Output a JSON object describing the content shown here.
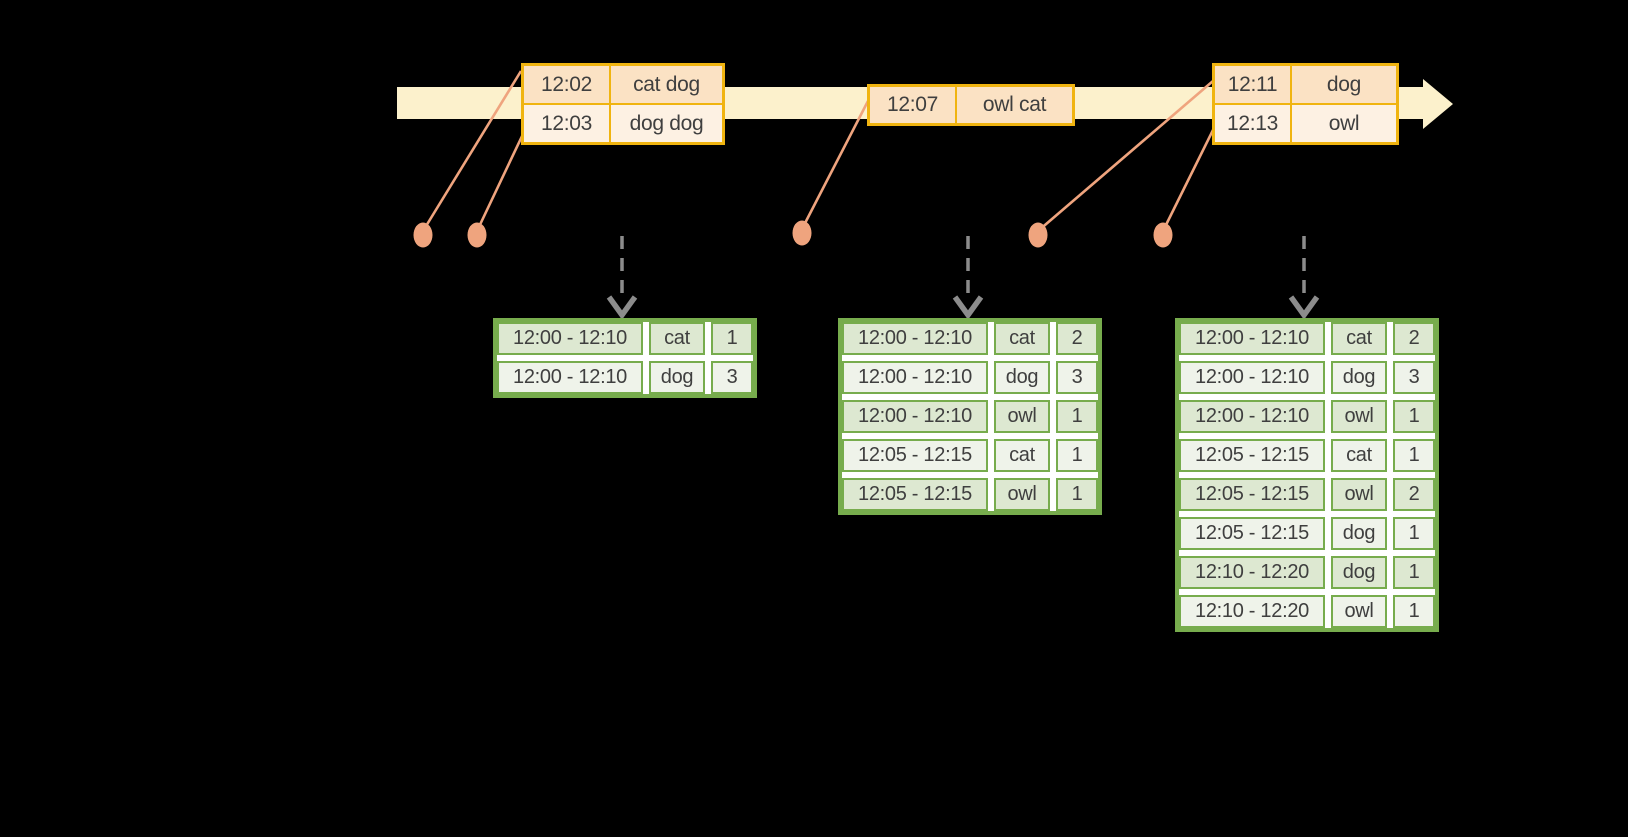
{
  "colors": {
    "background": "#000000",
    "timeline_band": "#FCF1CC",
    "event_table_border": "#F0B410",
    "event_row_dark": "#FBE2C4",
    "event_row_light": "#FDF1E3",
    "event_marker": "#EFA47E",
    "result_table_border": "#77AC4D",
    "result_row_dark": "#DDE8D1",
    "result_row_light": "#EFF3EA",
    "trigger_arrow": "#8C8C8C",
    "text": "#3F3F3F"
  },
  "icons": {
    "timeline_arrowhead": "right-pointing triangle",
    "event_dot": "filled ellipse marker on timeline",
    "trigger_arrow": "vertical dashed line with down chevron"
  },
  "timeline": {
    "batches": [
      {
        "rows": [
          {
            "time": "12:02",
            "words": "cat dog"
          },
          {
            "time": "12:03",
            "words": "dog dog"
          }
        ]
      },
      {
        "rows": [
          {
            "time": "12:07",
            "words": "owl cat"
          }
        ]
      },
      {
        "rows": [
          {
            "time": "12:11",
            "words": "dog"
          },
          {
            "time": "12:13",
            "words": "owl"
          }
        ]
      }
    ]
  },
  "results": [
    {
      "rows": [
        {
          "window": "12:00 - 12:10",
          "word": "cat",
          "count": "1"
        },
        {
          "window": "12:00 - 12:10",
          "word": "dog",
          "count": "3"
        }
      ]
    },
    {
      "rows": [
        {
          "window": "12:00 - 12:10",
          "word": "cat",
          "count": "2"
        },
        {
          "window": "12:00 - 12:10",
          "word": "dog",
          "count": "3"
        },
        {
          "window": "12:00 - 12:10",
          "word": "owl",
          "count": "1"
        },
        {
          "window": "12:05 - 12:15",
          "word": "cat",
          "count": "1"
        },
        {
          "window": "12:05 - 12:15",
          "word": "owl",
          "count": "1"
        }
      ]
    },
    {
      "rows": [
        {
          "window": "12:00 - 12:10",
          "word": "cat",
          "count": "2"
        },
        {
          "window": "12:00 - 12:10",
          "word": "dog",
          "count": "3"
        },
        {
          "window": "12:00 - 12:10",
          "word": "owl",
          "count": "1"
        },
        {
          "window": "12:05 - 12:15",
          "word": "cat",
          "count": "1"
        },
        {
          "window": "12:05 - 12:15",
          "word": "owl",
          "count": "2"
        },
        {
          "window": "12:05 - 12:15",
          "word": "dog",
          "count": "1"
        },
        {
          "window": "12:10 - 12:20",
          "word": "dog",
          "count": "1"
        },
        {
          "window": "12:10 - 12:20",
          "word": "owl",
          "count": "1"
        }
      ]
    }
  ]
}
